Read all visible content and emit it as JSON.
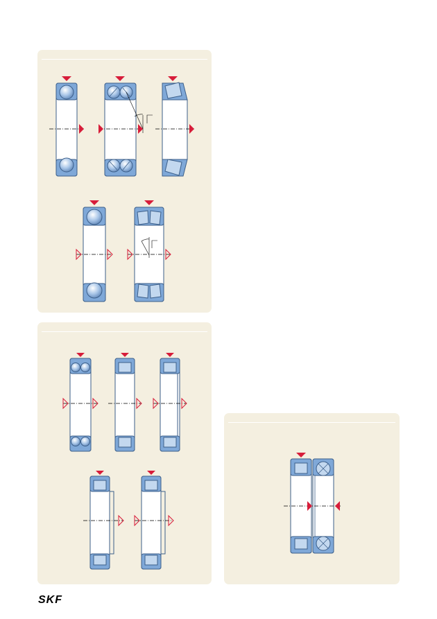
{
  "brand": {
    "logo_text": "SKF"
  },
  "colors": {
    "panel_bg": "#f4efe0",
    "ring_blue": "#7fa8d8",
    "ring_dark": "#3c5f8a",
    "roller_fill": "#c3d8ef",
    "load_red": "#d71d3a",
    "bore_fill": "#ffffff"
  },
  "panels": [
    {
      "id": "panel-1",
      "bearings": [
        "deep-groove-ball",
        "double-row-angular-contact-ball",
        "tapered-roller",
        "self-aligning-ball",
        "spherical-roller"
      ]
    },
    {
      "id": "panel-2",
      "bearings": [
        "double-row-ball",
        "cylindrical-roller-nu",
        "cylindrical-roller-n",
        "cylindrical-roller-nj",
        "cylindrical-roller-nup"
      ]
    },
    {
      "id": "panel-3",
      "bearings": [
        "cylindrical-roller-with-four-point-contact-ball"
      ]
    }
  ]
}
